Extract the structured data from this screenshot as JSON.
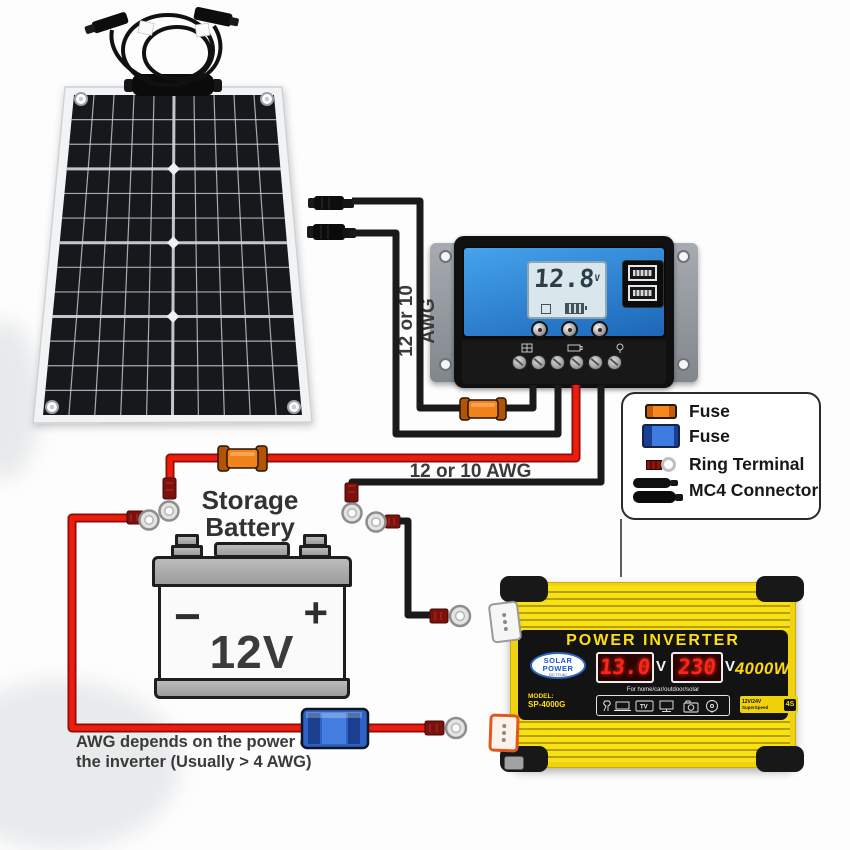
{
  "wiring": {
    "pv_gauge_label": "12 or 10 AWG",
    "battery_gauge_label": "12 or 10 AWG",
    "awg_note_line1": "AWG depends on the power of",
    "awg_note_line2": "the inverter (Usually > 4 AWG)"
  },
  "battery": {
    "label_line1": "Storage",
    "label_line2": "Battery",
    "voltage": "12V",
    "negative_symbol": "−",
    "positive_symbol": "+"
  },
  "controller": {
    "lcd_value": "12.8",
    "lcd_unit": "V"
  },
  "legend": {
    "items": [
      {
        "name": "fuse-orange",
        "label": "Fuse"
      },
      {
        "name": "fuse-blue",
        "label": "Fuse"
      },
      {
        "name": "ring-terminal",
        "label": "Ring Terminal"
      },
      {
        "name": "mc4-connector",
        "label": "MC4 Connector"
      }
    ]
  },
  "inverter": {
    "title": "POWER INVERTER",
    "brand_top": "SOLAR",
    "brand_bottom": "POWER",
    "brand_sub": "DC TO AC",
    "display_dc_value": "13.0",
    "display_dc_unit": "V",
    "display_ac_value": "230",
    "display_ac_unit": "V",
    "power_rating": "4000W",
    "uses_caption": "For home/car/outdoor/solar",
    "tv_icon_label": "TV",
    "model_label": "MODEL:",
    "model_value": "SP-4000G",
    "badge_line1": "12V/24V",
    "badge_line2": "SuperSpeed",
    "badge_mark": "4S"
  },
  "colors": {
    "wire_red": "#ee1c0e",
    "wire_black": "#1a1a1a",
    "fuse_orange": "#f2831c",
    "fuse_blue": "#2e62c8",
    "controller_blue": "#2f8fe0",
    "inverter_yellow": "#f0d30e",
    "display_red": "#ff231a"
  }
}
